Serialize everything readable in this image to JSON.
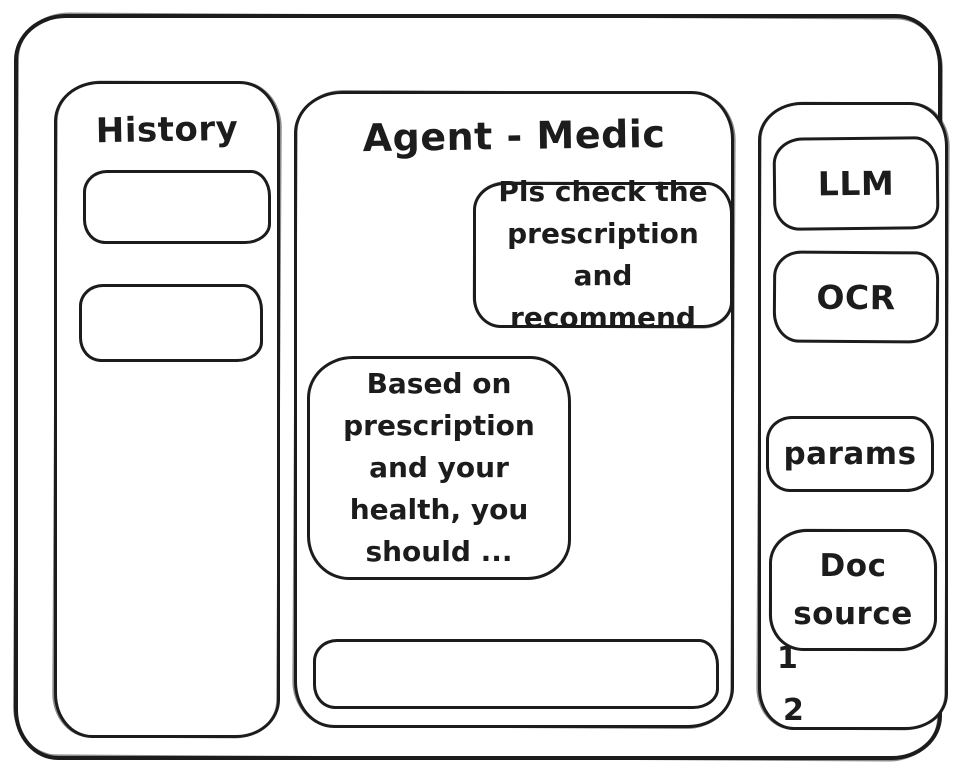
{
  "window": {
    "background": "#ffffff",
    "ink": "#1c1c1c"
  },
  "history": {
    "title": "History",
    "items": [
      {
        "label": ""
      },
      {
        "label": ""
      }
    ]
  },
  "chat": {
    "title": "Agent - Medic",
    "messages": [
      {
        "role": "user",
        "text": "Pls check the prescription and recommend"
      },
      {
        "role": "assistant",
        "text": "Based on prescription and your health, you should ..."
      }
    ],
    "input": {
      "value": "",
      "placeholder": ""
    }
  },
  "tools": {
    "llm_label": "LLM",
    "ocr_label": "OCR",
    "params_label": "params",
    "doc_source_label": "Doc source",
    "doc_source_items": [
      "1",
      "2"
    ]
  }
}
